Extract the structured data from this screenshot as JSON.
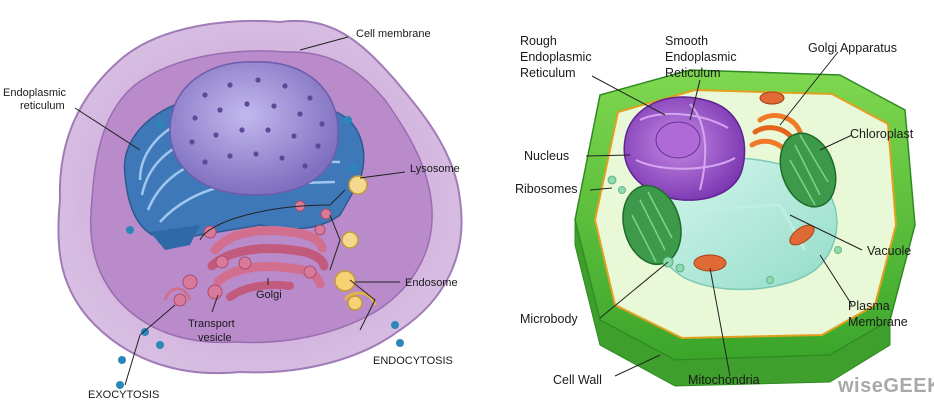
{
  "animal_cell": {
    "labels": {
      "cell_membrane": "Cell membrane",
      "er_line1": "Endoplasmic",
      "er_line2": "reticulum",
      "lysosome": "Lysosome",
      "endosome": "Endosome",
      "golgi": "Golgi",
      "transport_line1": "Transport",
      "transport_line2": "vesicle",
      "endocytosis": "ENDOCYTOSIS",
      "exocytosis": "EXOCYTOSIS"
    }
  },
  "plant_cell": {
    "labels": {
      "rough_er_line1": "Rough",
      "rough_er_line2": "Endoplasmic",
      "rough_er_line3": "Reticulum",
      "smooth_er_line1": "Smooth",
      "smooth_er_line2": "Endoplasmic",
      "smooth_er_line3": "Reticulum",
      "golgi_apparatus": "Golgi Apparatus",
      "nucleus": "Nucleus",
      "ribosomes": "Ribosomes",
      "chloroplast": "Chloroplast",
      "vacuole": "Vacuole",
      "plasma_line1": "Plasma",
      "plasma_line2": "Membrane",
      "microbody": "Microbody",
      "cell_wall": "Cell Wall",
      "mitochondria": "Mitochondria"
    }
  },
  "watermark": "wiseGEEK",
  "colors": {
    "cell_outer": "#c9a6d6",
    "cell_inner": "#a57cc0",
    "nucleus": "#9b8fcf",
    "er_blue": "#3f78b8",
    "golgi_pink": "#d36f8e",
    "plant_wall": "#5fc43a",
    "plant_vacuole": "#b7ecdf",
    "plant_nucleus": "#9a4fc8",
    "chloroplast": "#3d9a4a",
    "mitochondria": "#e06a35"
  }
}
